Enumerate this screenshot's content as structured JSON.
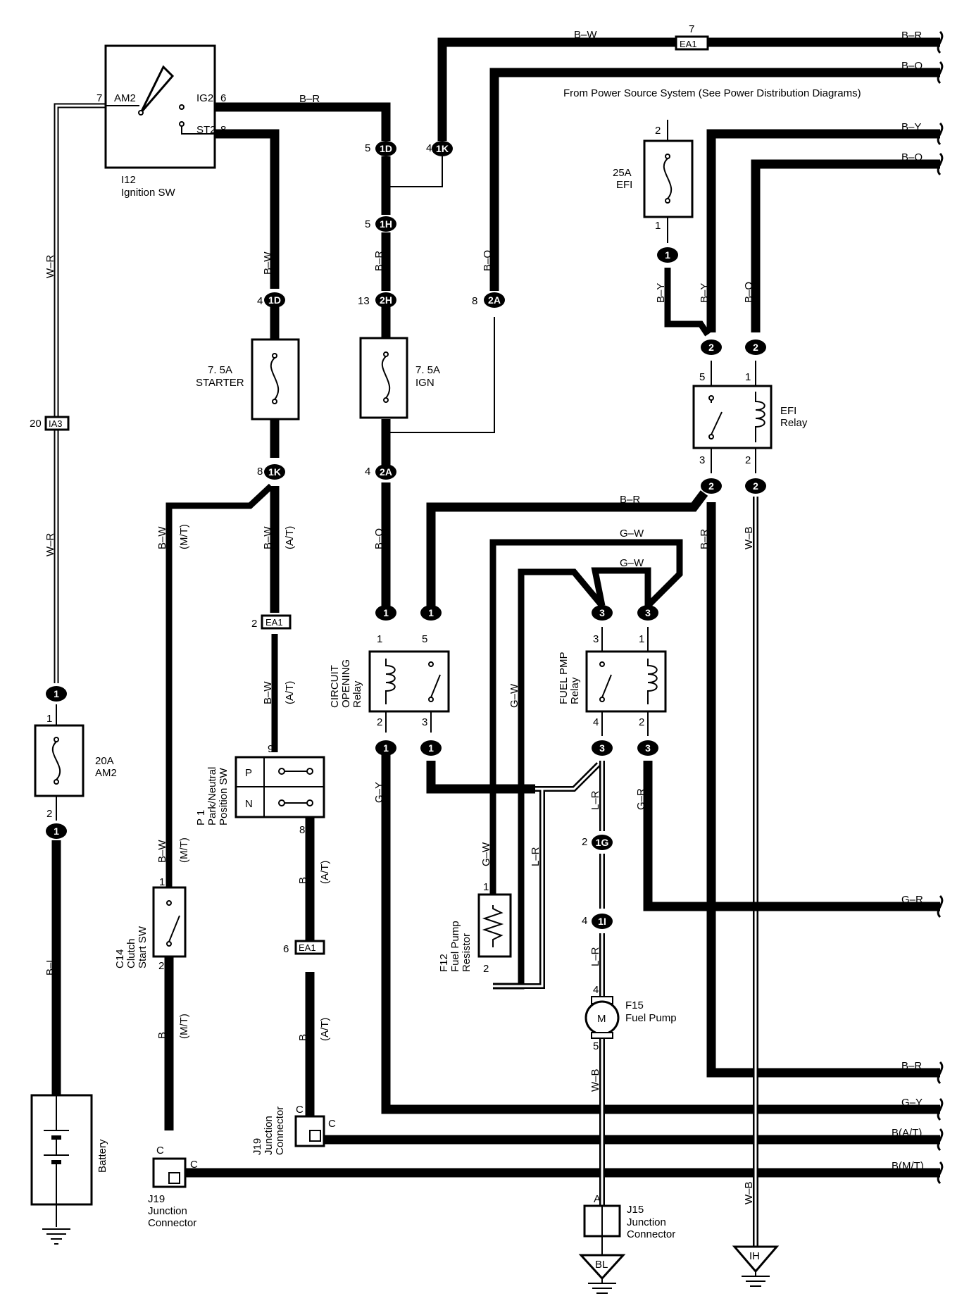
{
  "header": {
    "note": "From Power Source System (See Power Distribution Diagrams)"
  },
  "wire_colors": {
    "b_w": "B–W",
    "b_r": "B–R",
    "b_o": "B–O",
    "b_y": "B–Y",
    "w_r": "W–R",
    "b_l": "B–L",
    "g_w": "G–W",
    "g_y": "G–Y",
    "g_r": "G–R",
    "l_r": "L–R",
    "w_b": "W–B",
    "b": "B",
    "b_at": "B(A/T)",
    "b_mt": "B(M/T)",
    "mt": "(M/T)",
    "at": "(A/T)"
  },
  "components": {
    "ignition_sw": {
      "id": "I12",
      "name": "Ignition SW",
      "am2": "AM2",
      "ig2": "IG2",
      "st2": "ST2"
    },
    "starter_fuse": {
      "rating": "7. 5A",
      "name": "STARTER"
    },
    "ign_fuse": {
      "rating": "7. 5A",
      "name": "IGN"
    },
    "efi_fuse": {
      "rating": "25A",
      "name": "EFI"
    },
    "am2_fuse": {
      "rating": "20A",
      "name": "AM2"
    },
    "efi_relay": {
      "name": "EFI",
      "name2": "Relay"
    },
    "circuit_opening_relay": {
      "line1": "CIRCUIT",
      "line2": "OPENING",
      "line3": "Relay"
    },
    "fuel_pmp_relay": {
      "line1": "FUEL PMP",
      "line2": "Relay"
    },
    "park_neutral_sw": {
      "id": "P 1",
      "line1": "Park/Neutral",
      "line2": "Position SW",
      "p": "P",
      "n": "N"
    },
    "clutch_start_sw": {
      "id": "C14",
      "line1": "Clutch",
      "line2": "Start SW"
    },
    "fuel_pump_resistor": {
      "id": "F12",
      "line1": "Fuel Pump",
      "line2": "Resistor"
    },
    "fuel_pump": {
      "id": "F15",
      "name": "Fuel Pump",
      "symbol": "M"
    },
    "battery": {
      "name": "Battery"
    },
    "j19_left": {
      "id": "J19",
      "line1": "Junction",
      "line2": "Connector"
    },
    "j19_mid": {
      "id": "J19",
      "line1": "Junction",
      "line2": "Connector"
    },
    "j15": {
      "id": "J15",
      "line1": "Junction",
      "line2": "Connector"
    }
  },
  "connectors": {
    "ea1": "EA1",
    "ia3": "IA3",
    "c1d": "1D",
    "c1k": "1K",
    "c1h": "1H",
    "c2h": "2H",
    "c2a": "2A",
    "c1g": "1G",
    "c1i": "1I",
    "c1": "1",
    "c2": "2",
    "c3": "3"
  },
  "grounds": {
    "bl": "BL",
    "ih": "IH"
  },
  "pins": {
    "p1": "1",
    "p2": "2",
    "p3": "3",
    "p4": "4",
    "p5": "5",
    "p6": "6",
    "p7": "7",
    "p8": "8",
    "p9": "9",
    "p13": "13",
    "p20": "20",
    "pa": "A",
    "pc": "C"
  }
}
